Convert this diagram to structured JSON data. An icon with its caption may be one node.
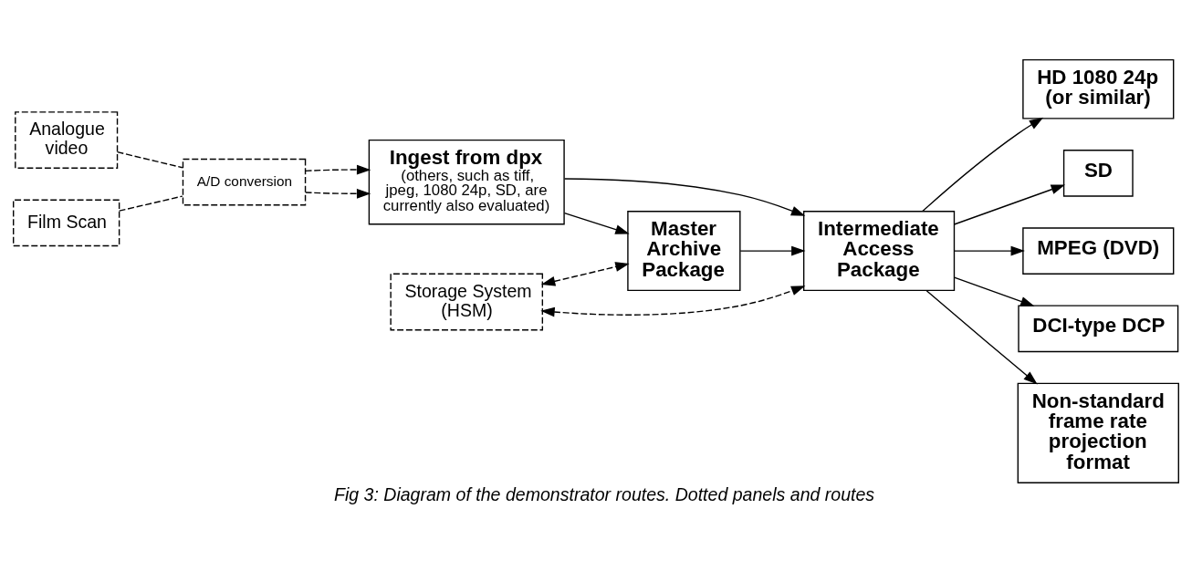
{
  "diagram": {
    "caption": "Fig 3: Diagram of the demonstrator routes. Dotted panels and routes",
    "nodes": [
      {
        "text": [
          "Analogue video"
        ]
      },
      {
        "text": [
          "Film Scan"
        ]
      },
      {
        "text": [
          "Storage System (HSM)"
        ]
      },
      {
        "text": [
          "A/D conversion"
        ]
      },
      {
        "text": [
          "Ingest from dpx",
          "(others, such as tiff, jpeg, 1080 24p, SD, are currently also evaluated)"
        ]
      },
      {
        "text": [
          "Master Archive Package"
        ]
      },
      {
        "text": [
          "Intermediate Access Package"
        ]
      },
      {
        "text": [
          "HD 1080 24p (or similar)"
        ]
      },
      {
        "text": [
          "SD"
        ]
      },
      {
        "text": [
          "MPEG (DVD)"
        ]
      },
      {
        "text": [
          "DCI-type DCP"
        ]
      },
      {
        "text": [
          "Non-standard frame rate projection format"
        ]
      }
    ],
    "edges": [
      {
        "from": 0,
        "to": 3,
        "arrow": "none",
        "style": "dashed"
      },
      {
        "from": 1,
        "to": 3,
        "arrow": "none",
        "style": "dashed"
      },
      {
        "from": 3,
        "to": 4,
        "arrow": "to",
        "style": "dashed"
      },
      {
        "from": 3,
        "to": 4,
        "arrow": "to",
        "style": "dashed"
      },
      {
        "from": 2,
        "to": 5,
        "arrow": "both",
        "style": "dashed"
      },
      {
        "from": 2,
        "to": 6,
        "arrow": "both",
        "style": "dashed"
      },
      {
        "from": 4,
        "to": 5,
        "arrow": "to"
      },
      {
        "from": 5,
        "to": 6,
        "arrow": "to"
      },
      {
        "from": 4,
        "to": 6,
        "arrow": "to"
      },
      {
        "from": 6,
        "to": 7,
        "arrow": "to"
      },
      {
        "from": 6,
        "to": 8,
        "arrow": "to"
      },
      {
        "from": 6,
        "to": 9,
        "arrow": "to"
      },
      {
        "from": 6,
        "to": 10,
        "arrow": "to"
      },
      {
        "from": 6,
        "to": 11,
        "arrow": "to"
      }
    ]
  }
}
